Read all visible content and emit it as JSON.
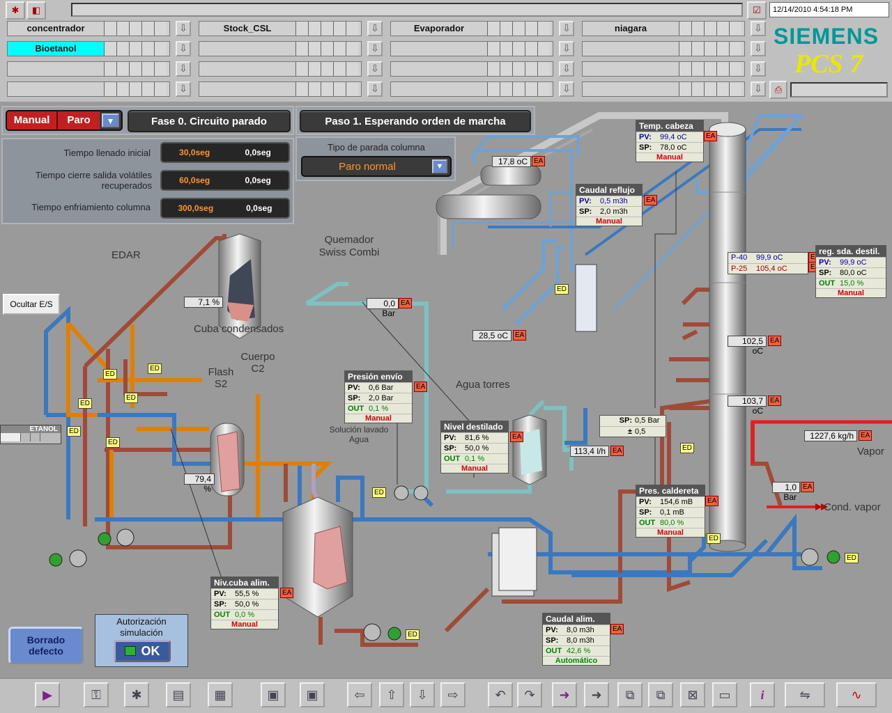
{
  "header": {
    "datetime": "12/14/2010 4:54:18 PM",
    "brand": "SIEMENS",
    "product": "PCS 7",
    "areas": [
      {
        "label": "concentrador"
      },
      {
        "label": "Stock_CSL"
      },
      {
        "label": "Evaporador"
      },
      {
        "label": "niagara"
      },
      {
        "label": "Bioetanol"
      }
    ]
  },
  "controls": {
    "mode_manual": "Manual",
    "mode_stop": "Paro",
    "phase": "Fase 0. Circuito parado",
    "step": "Paso 1. Esperando orden de marcha",
    "stop_type_label": "Tipo de parada columna",
    "stop_type_value": "Paro normal",
    "timers": [
      {
        "label": "Tiempo llenado inicial",
        "set": "30,0seg",
        "actual": "0,0seg"
      },
      {
        "label": "Tiempo cierre salida volátiles recuperados",
        "set": "60,0seg",
        "actual": "0,0seg"
      },
      {
        "label": "Tiempo enfriamiento columna",
        "set": "300,0seg",
        "actual": "0,0seg"
      }
    ]
  },
  "buttons": {
    "hide_io": "Ocultar E/S",
    "clear_fault": "Borrado defecto",
    "auth_label": "Autorización simulación",
    "ok": "OK"
  },
  "labels": {
    "edar": "EDAR",
    "quemador": "Quemador Swiss Combi",
    "cuba_cond": "Cuba condensados",
    "flash": "Flash S2",
    "cuerpo": "Cuerpo C2",
    "solucion": "Solución lavado Agua",
    "agua_torres": "Agua torres",
    "vapor": "Vapor",
    "cond_vapor": "Cond. vapor",
    "etanol": "ETANOL"
  },
  "faceplates": {
    "temp_cabeza": {
      "title": "Temp. cabeza",
      "pv": "99,4 oC",
      "sp": "78,0 oC",
      "mode": "Manual"
    },
    "caudal_reflujo": {
      "title": "Caudal reflujo",
      "pv": "0,5 m3h",
      "sp": "2,0 m3h",
      "mode": "Manual"
    },
    "reg_sda": {
      "title": "reg. sda. destil.",
      "pv": "99,9 oC",
      "sp": "80,0 oC",
      "out": "15,0 %",
      "mode": "Manual"
    },
    "presion_envio": {
      "title": "Presión envío",
      "pv": "0,6 Bar",
      "sp": "2,0 Bar",
      "out": "0,1 %",
      "mode": "Manual"
    },
    "nivel_destilado": {
      "title": "Nivel destilado",
      "pv": "81,6 %",
      "sp": "50,0 %",
      "out": "0,1 %",
      "mode": "Manual"
    },
    "pres_caldereta": {
      "title": "Pres. caldereta",
      "pv": "154,6 mB",
      "sp": "0,1 mB",
      "out": "80,0 %",
      "mode": "Manual"
    },
    "niv_cuba": {
      "title": "Niv.cuba alim.",
      "pv": "55,5 %",
      "sp": "50,0 %",
      "out": "0,0 %",
      "mode": "Manual"
    },
    "caudal_alim": {
      "title": "Caudal alim.",
      "pv": "8,0 m3h",
      "sp": "8,0 m3h",
      "out": "42,6 %",
      "mode": "Automático"
    }
  },
  "values": {
    "t_cond": "17,8 oC",
    "t_agua": "28,5 oC",
    "quemador_bar": "0,0 Bar",
    "cuba_cond_pct": "7,1 %",
    "flash_pct": "79,4 %",
    "flow_dest": "113,4 l/h",
    "p40": "P-40",
    "p40v": "99,9 oC",
    "p25": "P-25",
    "p25v": "105,4 oC",
    "t_col1": "102,5 oC",
    "t_col2": "103,7 oC",
    "sp_bar": "0,5 Bar",
    "pm": "0,5",
    "steam_flow": "1227,6 kg/h",
    "bar_col": "1,0 Bar"
  },
  "tags": {
    "ea": "EA",
    "ed": "ED",
    "pv": "PV:",
    "sp": "SP:",
    "out": "OUT",
    "sp_short": "SP:",
    "pm_sign": "±"
  }
}
